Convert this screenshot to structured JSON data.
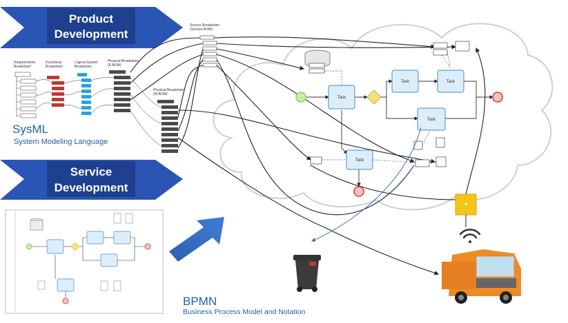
{
  "banners": {
    "product": [
      "Product",
      "Development"
    ],
    "service": [
      "Service",
      "Development"
    ]
  },
  "sysml": {
    "title": "SysML",
    "subtitle": "System Modeling Language",
    "columns": [
      [
        "Requirements",
        "Breakdown"
      ],
      [
        "Functional",
        "Breakdown"
      ],
      [
        "Logical System",
        "Breakdown"
      ],
      [
        "Physical Breakdown",
        "(E-BOM)"
      ],
      [
        "Physical Breakdown",
        "(M-BOM)"
      ],
      [
        "Service Breakdown",
        "(Service-BOM)"
      ]
    ]
  },
  "bpmn": {
    "title": "BPMN",
    "subtitle": "Business Process Model and Notation",
    "task_label": "Task",
    "gateway_label": "+"
  },
  "colors": {
    "banner_blue": "#1f3f8f",
    "banner_chevron": "#2b55b5",
    "label_blue": "#1f5fa8",
    "task_fill": "#dbeefa",
    "task_stroke": "#4a8bc4",
    "start_event": "#8fd35a",
    "end_event": "#e74c4c",
    "gateway": "#f5e27a",
    "iot_tag": "#f5c518",
    "arrow_blue": "#2d5fb0"
  },
  "icons": [
    "cloud-icon",
    "waste-bin-icon",
    "garbage-truck-icon",
    "wifi-icon",
    "big-arrow-icon"
  ]
}
